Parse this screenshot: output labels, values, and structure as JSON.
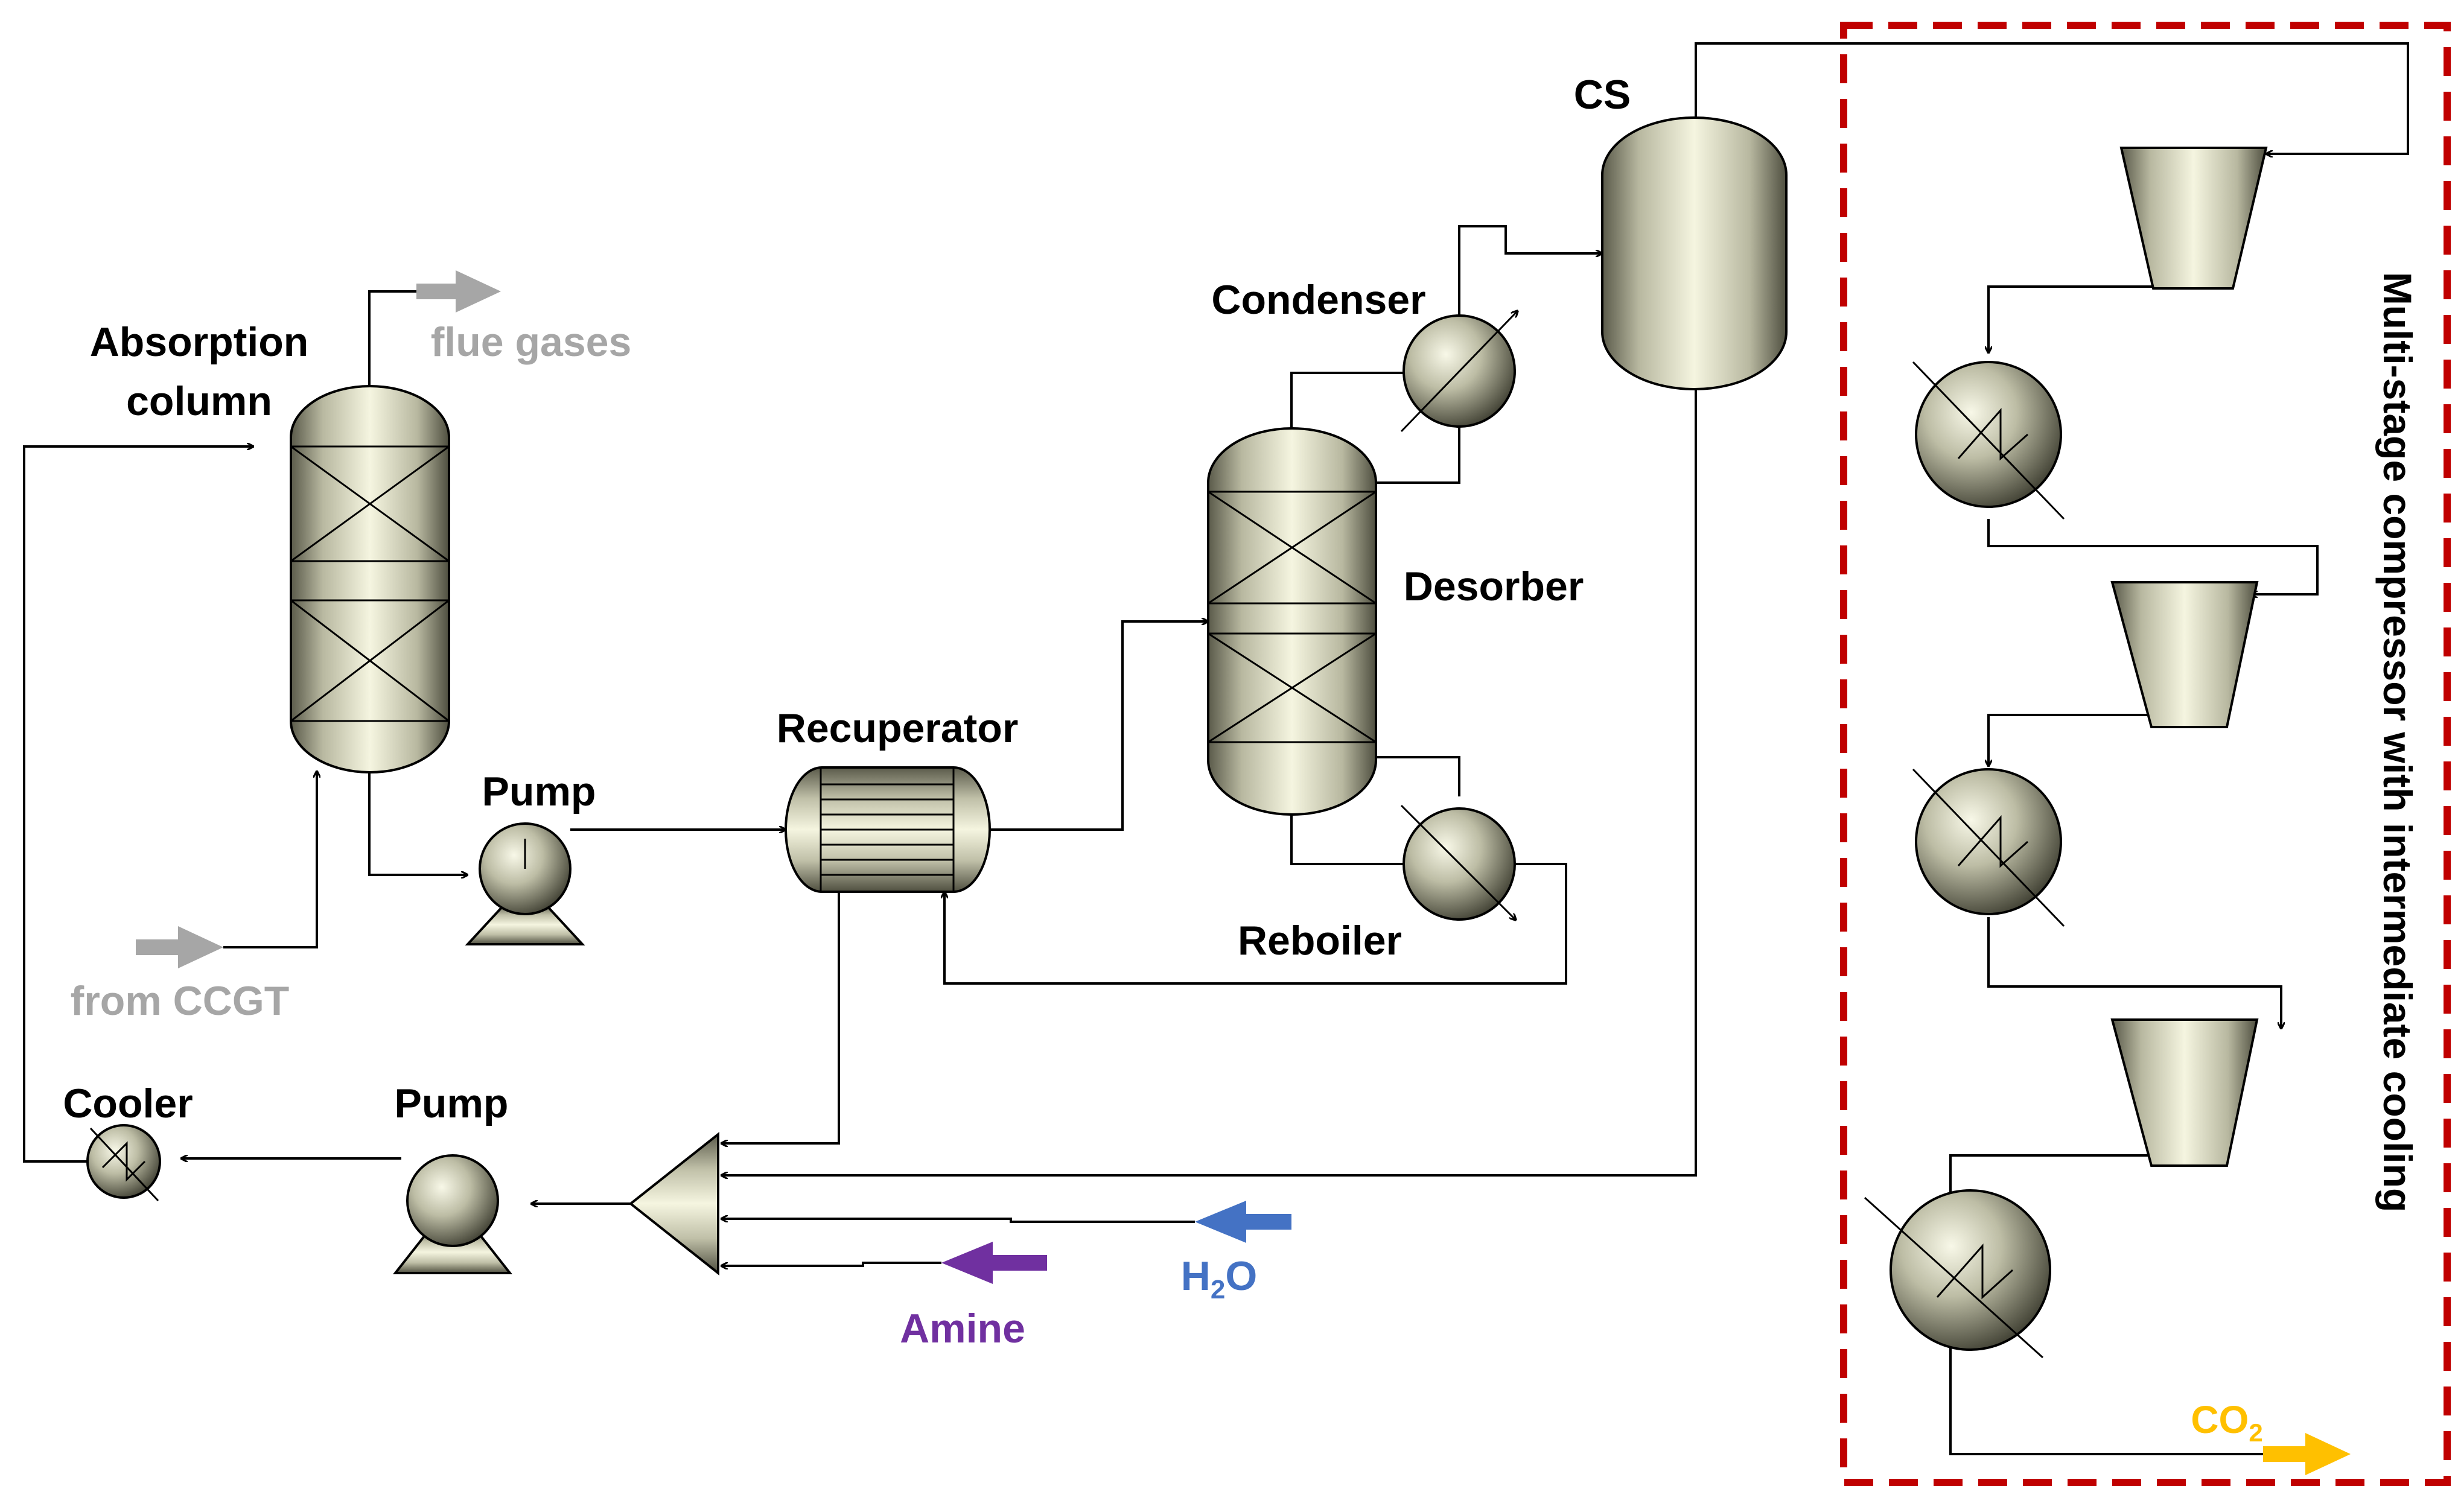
{
  "labels": {
    "absorption_column_line1": "Absorption",
    "absorption_column_line2": "column",
    "flue_gases": "flue gases",
    "from_ccgt": "from CCGT",
    "pump_top": "Pump",
    "recuperator": "Recuperator",
    "condenser": "Condenser",
    "desorber": "Desorber",
    "reboiler": "Reboiler",
    "cs": "CS",
    "cooler": "Cooler",
    "pump_bottom": "Pump",
    "h2o_main": "H",
    "h2o_sub": "2",
    "h2o_end": "O",
    "amine": "Amine",
    "co2_main": "CO",
    "co2_sub": "2",
    "compressor_box": "Multi-stage compressor with intermediate cooling"
  },
  "colors": {
    "stream_grey": "#a6a6a6",
    "stream_blue": "#4472c4",
    "stream_purple": "#7030a0",
    "stream_orange": "#ffc000",
    "boundary_red": "#c00000"
  }
}
